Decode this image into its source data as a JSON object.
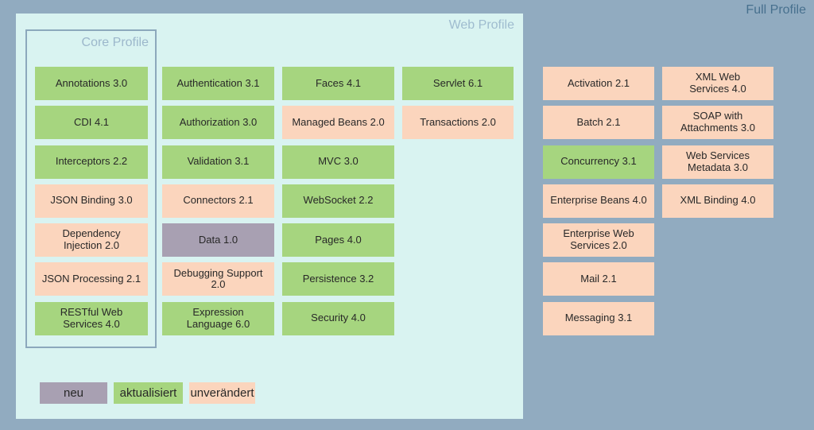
{
  "labels": {
    "full_profile": "Full Profile",
    "web_profile": "Web Profile",
    "core_profile": "Core Profile"
  },
  "status_colors": {
    "new": "#a8a0b2",
    "updated": "#a6d57f",
    "unchanged": "#fbd5bd"
  },
  "columns": [
    {
      "profile": "core",
      "boxes": [
        {
          "label": "Annotations 3.0",
          "status": "updated"
        },
        {
          "label": "CDI 4.1",
          "status": "updated"
        },
        {
          "label": "Interceptors 2.2",
          "status": "updated"
        },
        {
          "label": "JSON Binding 3.0",
          "status": "unchanged"
        },
        {
          "label": "Dependency\nInjection 2.0",
          "status": "unchanged"
        },
        {
          "label": "JSON Processing 2.1",
          "status": "unchanged"
        },
        {
          "label": "RESTful Web\nServices 4.0",
          "status": "updated"
        }
      ]
    },
    {
      "profile": "web",
      "boxes": [
        {
          "label": "Authentication 3.1",
          "status": "updated"
        },
        {
          "label": "Authorization 3.0",
          "status": "updated"
        },
        {
          "label": "Validation 3.1",
          "status": "updated"
        },
        {
          "label": "Connectors 2.1",
          "status": "unchanged"
        },
        {
          "label": "Data 1.0",
          "status": "new"
        },
        {
          "label": "Debugging Support\n2.0",
          "status": "unchanged"
        },
        {
          "label": "Expression\nLanguage 6.0",
          "status": "updated"
        }
      ]
    },
    {
      "profile": "web",
      "boxes": [
        {
          "label": "Faces 4.1",
          "status": "updated"
        },
        {
          "label": "Managed Beans 2.0",
          "status": "unchanged"
        },
        {
          "label": "MVC 3.0",
          "status": "updated"
        },
        {
          "label": "WebSocket 2.2",
          "status": "updated"
        },
        {
          "label": "Pages 4.0",
          "status": "updated"
        },
        {
          "label": "Persistence 3.2",
          "status": "updated"
        },
        {
          "label": "Security 4.0",
          "status": "updated"
        }
      ]
    },
    {
      "profile": "web",
      "boxes": [
        {
          "label": "Servlet 6.1",
          "status": "updated"
        },
        {
          "label": "Transactions 2.0",
          "status": "unchanged"
        }
      ]
    },
    {
      "profile": "full",
      "boxes": [
        {
          "label": "Activation 2.1",
          "status": "unchanged"
        },
        {
          "label": "Batch 2.1",
          "status": "unchanged"
        },
        {
          "label": "Concurrency 3.1",
          "status": "updated"
        },
        {
          "label": "Enterprise Beans 4.0",
          "status": "unchanged"
        },
        {
          "label": "Enterprise Web\nServices 2.0",
          "status": "unchanged"
        },
        {
          "label": "Mail 2.1",
          "status": "unchanged"
        },
        {
          "label": "Messaging 3.1",
          "status": "unchanged"
        }
      ]
    },
    {
      "profile": "full",
      "boxes": [
        {
          "label": "XML Web\nServices 4.0",
          "status": "unchanged"
        },
        {
          "label": "SOAP with\nAttachments 3.0",
          "status": "unchanged"
        },
        {
          "label": "Web Services\nMetadata 3.0",
          "status": "unchanged"
        },
        {
          "label": "XML Binding 4.0",
          "status": "unchanged"
        }
      ]
    }
  ],
  "legend": [
    {
      "label": "neu",
      "status": "new"
    },
    {
      "label": "aktualisiert",
      "status": "updated"
    },
    {
      "label": "unverändert",
      "status": "unchanged"
    }
  ]
}
